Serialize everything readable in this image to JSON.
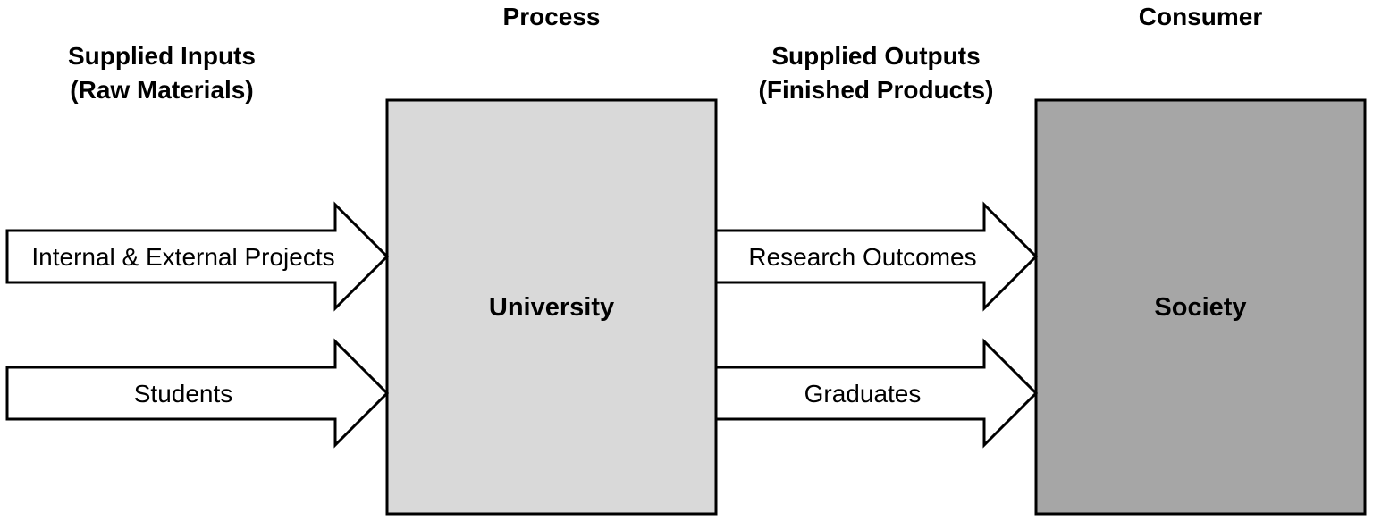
{
  "headings": {
    "inputs_line1": "Supplied Inputs",
    "inputs_line2": "(Raw Materials)",
    "process": "Process",
    "outputs_line1": "Supplied Outputs",
    "outputs_line2": "(Finished Products)",
    "consumer": "Consumer"
  },
  "boxes": {
    "process": {
      "label": "University",
      "color": "#d9d9d9"
    },
    "consumer": {
      "label": "Society",
      "color": "#a6a6a6"
    }
  },
  "arrows": {
    "input_top": "Internal & External Projects",
    "input_bottom": "Students",
    "output_top": "Research Outcomes",
    "output_bottom": "Graduates"
  }
}
